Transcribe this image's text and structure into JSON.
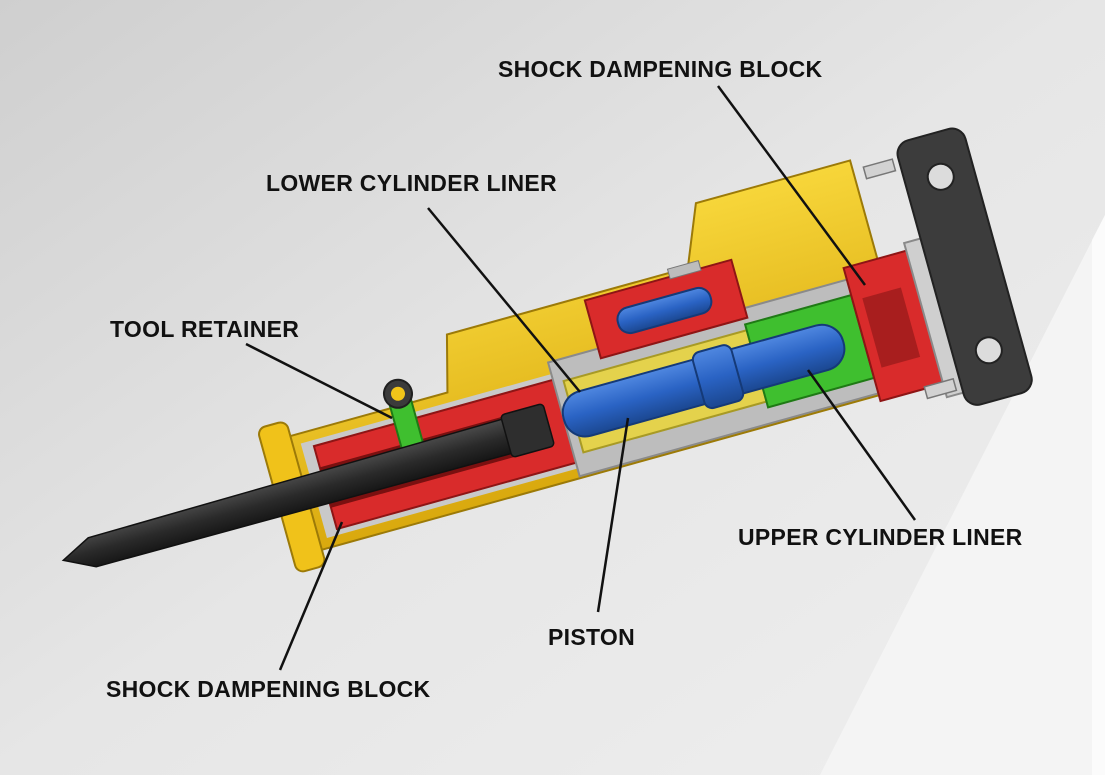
{
  "diagram": {
    "labels": {
      "shock_block_top": "SHOCK DAMPENING BLOCK",
      "lower_cylinder_liner": "LOWER CYLINDER LINER",
      "tool_retainer": "TOOL RETAINER",
      "upper_cylinder_liner": "UPPER CYLINDER LINER",
      "piston": "PISTON",
      "shock_block_bottom": "SHOCK DAMPENING BLOCK"
    },
    "colors": {
      "housing": "#f2c519",
      "front_head": "#d92b2b",
      "piston": "#2a63c4",
      "upper_liner": "#3fbf2f",
      "lower_liner": "#e4d24c",
      "steel": "#c9c9c9",
      "chisel": "#2b2b2b",
      "mount_plate": "#3c3c3c",
      "label_text": "#111111",
      "leader_line": "#111111"
    }
  }
}
